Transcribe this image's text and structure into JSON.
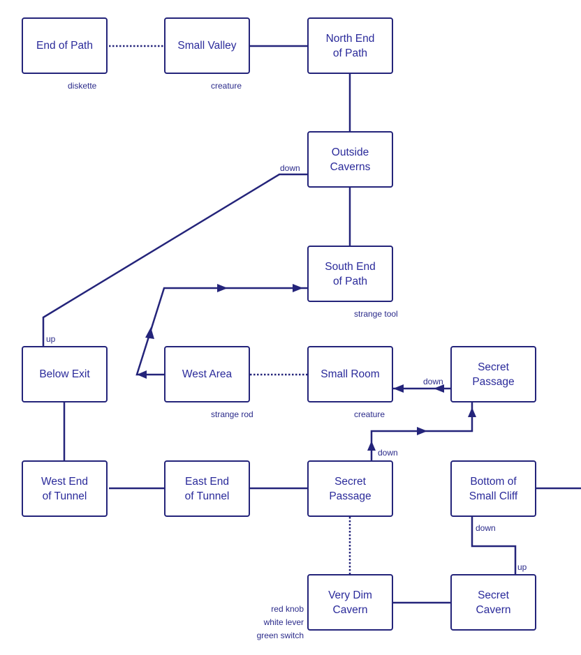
{
  "diagram": {
    "rooms": {
      "end_of_path": "End of Path",
      "small_valley": "Small Valley",
      "north_end_of_path": "North End\nof Path",
      "outside_caverns": "Outside\nCaverns",
      "south_end_of_path": "South End\nof Path",
      "below_exit": "Below Exit",
      "west_area": "West Area",
      "small_room": "Small Room",
      "secret_passage_upper": "Secret\nPassage",
      "west_end_of_tunnel": "West End\nof Tunnel",
      "east_end_of_tunnel": "East End\nof Tunnel",
      "secret_passage_lower": "Secret\nPassage",
      "bottom_of_small_cliff": "Bottom of\nSmall Cliff",
      "very_dim_cavern": "Very Dim\nCavern",
      "secret_cavern": "Secret\nCavern"
    },
    "items": {
      "end_of_path": "diskette",
      "small_valley": "creature",
      "south_end_of_path": "strange tool",
      "west_area": "strange rod",
      "small_room": "creature",
      "very_dim_cavern_1": "red knob",
      "very_dim_cavern_2": "white lever",
      "very_dim_cavern_3": "green switch"
    },
    "link_labels": {
      "outside_caverns_down": "down",
      "below_exit_up": "up",
      "secret_passage_upper_down": "down",
      "secret_passage_lower_down": "down",
      "cliff_down": "down",
      "secret_cavern_up": "up"
    },
    "colors": {
      "line": "#24247a",
      "text": "#2a2a9a"
    }
  }
}
